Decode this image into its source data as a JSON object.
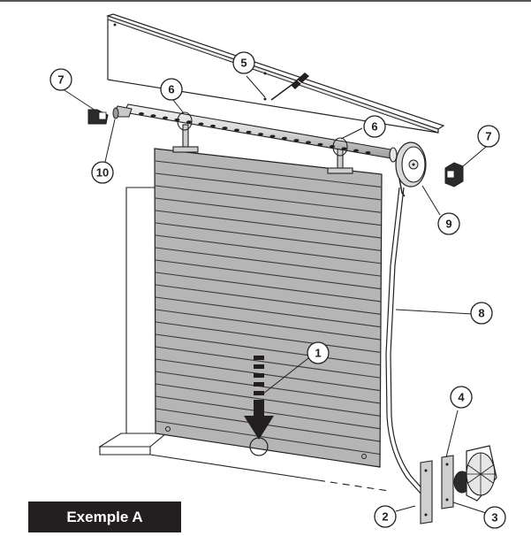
{
  "callouts": [
    {
      "id": "c1",
      "label": "1"
    },
    {
      "id": "c2",
      "label": "2"
    },
    {
      "id": "c3",
      "label": "3"
    },
    {
      "id": "c4",
      "label": "4"
    },
    {
      "id": "c5",
      "label": "5"
    },
    {
      "id": "c6a",
      "label": "6"
    },
    {
      "id": "c6b",
      "label": "6"
    },
    {
      "id": "c7a",
      "label": "7"
    },
    {
      "id": "c7b",
      "label": "7"
    },
    {
      "id": "c8",
      "label": "8"
    },
    {
      "id": "c9",
      "label": "9"
    },
    {
      "id": "c10",
      "label": "10"
    }
  ],
  "badge": {
    "text": "Exemple A"
  },
  "colors": {
    "ink": "#231f20",
    "shutter": "#b5b5b5",
    "slat_line": "#3a3a3a",
    "background": "#ffffff"
  }
}
